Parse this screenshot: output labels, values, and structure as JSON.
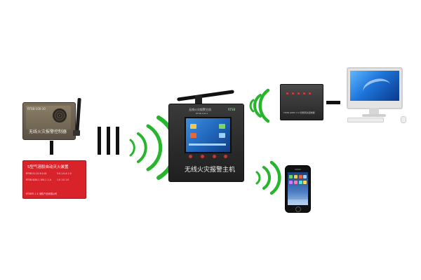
{
  "alarm_controller": {
    "model": "RTSB-100-10",
    "label": "无线火灾报警控制器"
  },
  "extinguisher_box": {
    "title": "S型气溶胶自动灭火装置",
    "lines": [
      "RTSB-S1-01 8.0-01",
      "3.0-1.0-A 1.0",
      "RTSB-SJSK-1 100-1 1-A",
      "1.0 1.0 1.0"
    ],
    "maker": "RTSB®-1 X 消防产品有限公司"
  },
  "host": {
    "header": "无线火灾报警主机",
    "model": "RTSB-100-2",
    "brand": "RTSB",
    "label": "无线火灾报警主机"
  },
  "network_box": {
    "text": "TWIN  GPRS 3.0 智能网关控制器"
  },
  "colors": {
    "wave": "#27b52e",
    "extinguisher": "#d9232b",
    "device_dark": "#2a2a2a",
    "screen_blue": "#1f63b8"
  }
}
